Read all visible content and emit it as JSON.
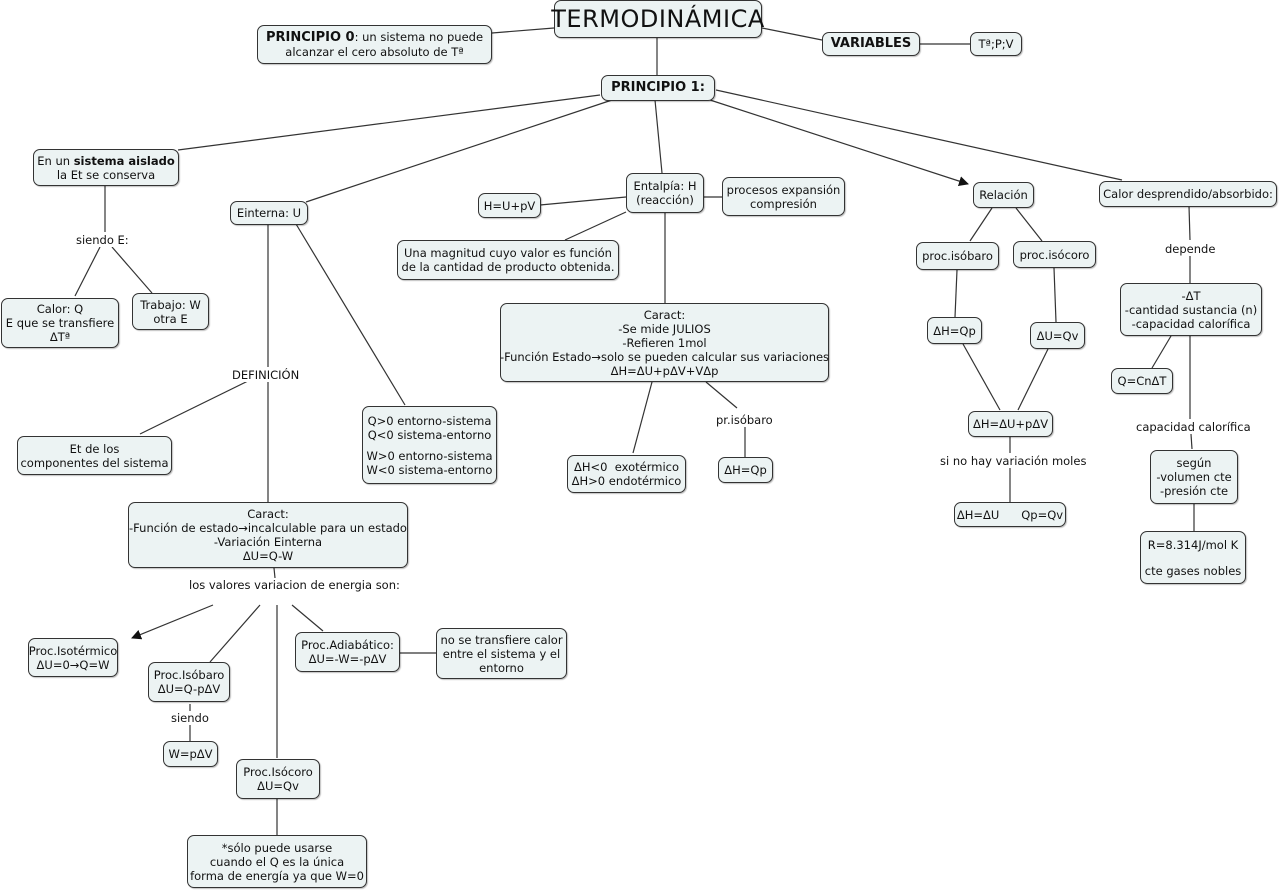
{
  "colors": {
    "node_fill": "#ecf3f3",
    "node_border": "#333333",
    "link": "#333333"
  },
  "nodes": {
    "title": "TERMODINÁMICA",
    "principio0": {
      "bold": "PRINCIPIO 0",
      "rest": ": un sistema no puede",
      "line2": "alcanzar el cero absoluto de Tª"
    },
    "variables": "VARIABLES",
    "variables_values": "Tª;P;V",
    "principio1": "PRINCIPIO 1:",
    "sistema_aislado": {
      "pre": "En un ",
      "bold": "sistema aislado",
      "line2": "la Et se conserva"
    },
    "siendo_e": "siendo E:",
    "calor_q": [
      "Calor: Q",
      "E que se transfiere",
      "ΔTª"
    ],
    "trabajo_w": [
      "Trabajo: W",
      "otra E"
    ],
    "einterna": "Einterna: U",
    "definicion": "DEFINICIÓN",
    "et_componentes": [
      "Et de los",
      "componentes del sistema"
    ],
    "signos": [
      "Q>0 entorno-sistema",
      "Q<0 sistema-entorno",
      "",
      "W>0 entorno-sistema",
      "W<0 sistema-entorno"
    ],
    "caract_u": [
      "Caract:",
      "-Función de estado→incalculable para un estado",
      "-Variación Einterna",
      "ΔU=Q-W"
    ],
    "valores_variacion": [
      "los valores variacion de energia",
      "son:"
    ],
    "isotermico": [
      "Proc.Isotérmico",
      "ΔU=0→Q=W"
    ],
    "isobaro": [
      "Proc.Isóbaro",
      "ΔU=Q-pΔV"
    ],
    "siendo": "siendo",
    "w_pdv": "W=pΔV",
    "isocoro": [
      "Proc.Isócoro",
      "ΔU=Qv"
    ],
    "solo_usarse": [
      "*sólo puede usarse",
      "cuando el Q es la única",
      "forma de energía ya que W=0"
    ],
    "adiabatico": [
      "Proc.Adiabático:",
      "ΔU=-W=-pΔV"
    ],
    "no_transfiere": [
      "no se transfiere calor",
      "entre el sistema y el",
      "entorno"
    ],
    "entalpia": [
      "Entalpía: H",
      "(reacción)"
    ],
    "h_def": "H=U+pV",
    "procesos_exp": [
      "procesos expansión",
      "compresión"
    ],
    "magnitud": [
      "Una magnitud cuyo valor es función",
      "de la cantidad de producto obtenida."
    ],
    "caract_h": [
      "Caract:",
      "-Se mide JULIOS",
      "-Refieren 1mol",
      "-Función Estado→solo se pueden calcular sus variaciones",
      "ΔH=ΔU+pΔV+VΔp"
    ],
    "exo_endo": [
      "ΔH<0  exotérmico",
      "ΔH>0 endotérmico"
    ],
    "pr_isobaro": "pr.isóbaro",
    "dh_qp": "ΔH=Qp",
    "relacion": "Relación",
    "rel_isobaro": "proc.isóbaro",
    "rel_isocoro": "proc.isócoro",
    "rel_dh_qp": "ΔH=Qp",
    "rel_du_qv": "ΔU=Qv",
    "dh_du_pdv": "ΔH=ΔU+pΔV",
    "sin_moles": "si no hay variación moles",
    "dh_du_qp_qv": "ΔH=ΔU      Qp=Qv",
    "calor_desp": "Calor desprendido/absorbido:",
    "depende": "depende",
    "factores": [
      "-ΔT",
      "-cantidad sustancia (n)",
      "-capacidad calorífica"
    ],
    "q_cndt": "Q=CnΔT",
    "capacidad_cal": "capacidad calorífica",
    "segun": [
      "según",
      "-volumen cte",
      "-presión cte"
    ],
    "r_const": [
      "R=8.314J/mol K",
      "",
      "cte gases nobles"
    ]
  }
}
